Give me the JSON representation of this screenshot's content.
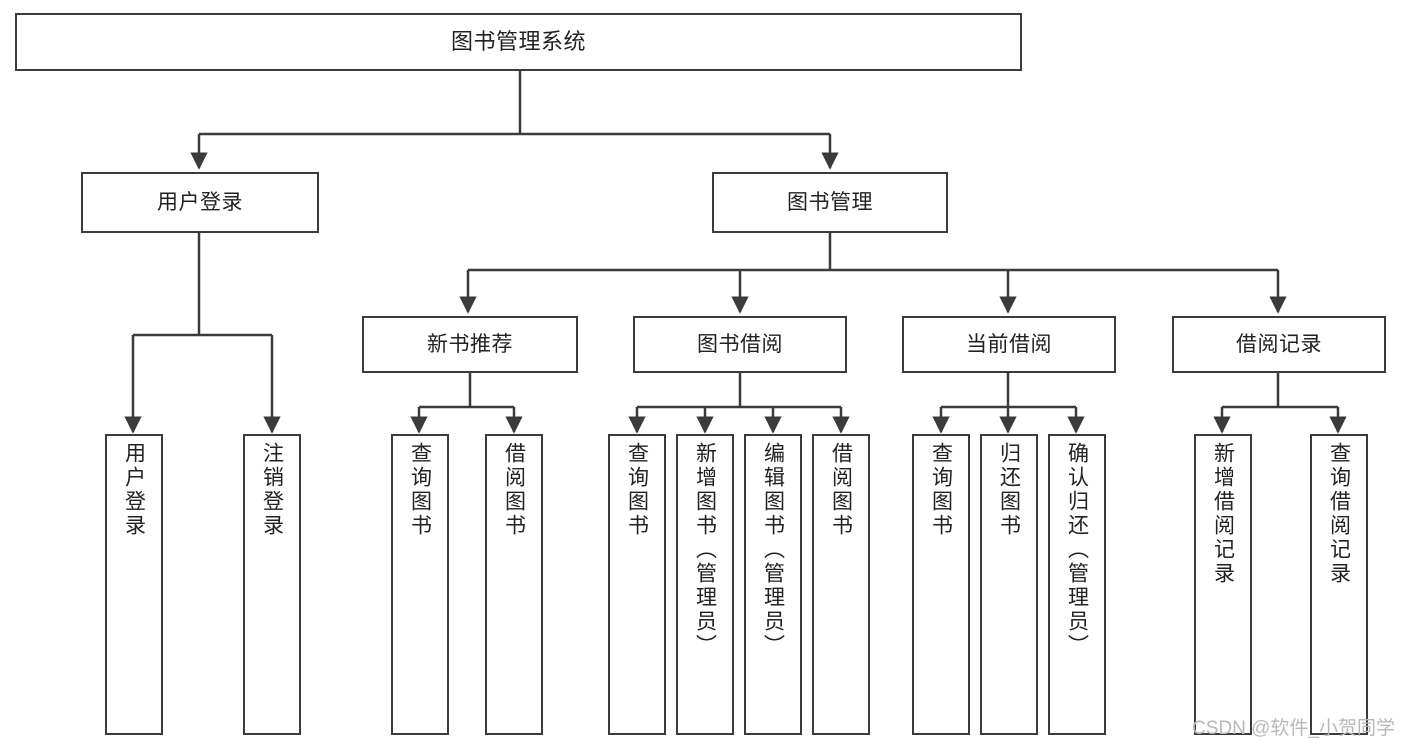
{
  "diagram": {
    "title": "图书管理系统",
    "type": "hierarchy-tree",
    "watermark": "CSDN @软件_小贺同学",
    "colors": {
      "box_border": "#3b3b3b",
      "box_fill": "#ffffff",
      "connector": "#3b3b3b",
      "text": "#222222",
      "watermark": "#b8b8b8"
    },
    "nodes": {
      "root": {
        "label": "图书管理系统",
        "level": 0
      },
      "level1": [
        {
          "id": "user-login",
          "label": "用户登录"
        },
        {
          "id": "book-manage",
          "label": "图书管理"
        }
      ],
      "level2": [
        {
          "id": "new-book-recommend",
          "label": "新书推荐"
        },
        {
          "id": "book-borrow",
          "label": "图书借阅"
        },
        {
          "id": "current-borrow",
          "label": "当前借阅"
        },
        {
          "id": "borrow-record",
          "label": "借阅记录"
        }
      ],
      "leaves": {
        "user-login": [
          {
            "id": "leaf-user-login",
            "label": "用户登录"
          },
          {
            "id": "leaf-logout-login",
            "label": "注销登录"
          }
        ],
        "new-book-recommend": [
          {
            "id": "leaf-query-book-1",
            "label": "查询图书"
          },
          {
            "id": "leaf-borrow-book-1",
            "label": "借阅图书"
          }
        ],
        "book-borrow": [
          {
            "id": "leaf-query-book-2",
            "label": "查询图书"
          },
          {
            "id": "leaf-add-book",
            "label": "新增图书（管理员）"
          },
          {
            "id": "leaf-edit-book",
            "label": "编辑图书（管理员）"
          },
          {
            "id": "leaf-borrow-book-2",
            "label": "借阅图书"
          }
        ],
        "current-borrow": [
          {
            "id": "leaf-query-book-3",
            "label": "查询图书"
          },
          {
            "id": "leaf-return-book",
            "label": "归还图书"
          },
          {
            "id": "leaf-confirm-return",
            "label": "确认归还（管理员）"
          }
        ],
        "borrow-record": [
          {
            "id": "leaf-add-record",
            "label": "新增借阅记录"
          },
          {
            "id": "leaf-query-record",
            "label": "查询借阅记录"
          }
        ]
      }
    }
  }
}
